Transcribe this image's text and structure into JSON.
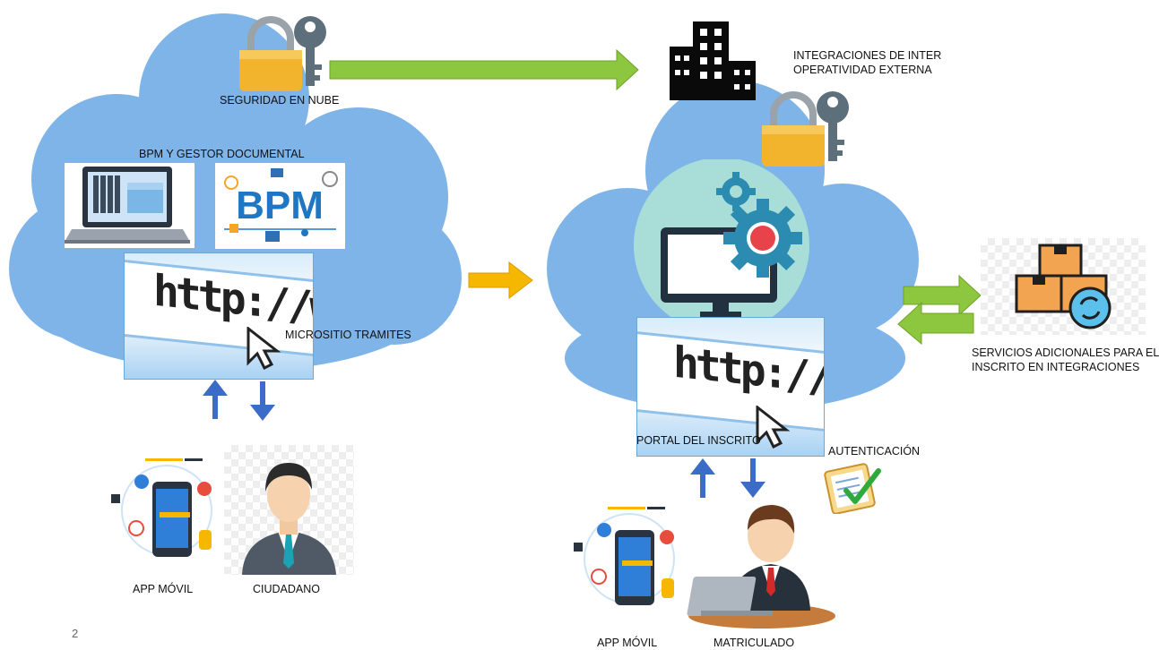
{
  "labels": {
    "cloud_security": "SEGURIDAD EN NUBE",
    "bpm_gestor": "BPM Y GESTOR DOCUMENTAL",
    "microsite": "MICROSITIO TRAMITES",
    "app_movil_left": "APP MÓVIL",
    "ciudadano": "CIUDADANO",
    "integraciones_line1": "INTEGRACIONES DE INTER",
    "integraciones_line2": "OPERATIVIDAD EXTERNA",
    "portal": "PORTAL DEL INSCRITO",
    "autenticacion": "AUTENTICACIÓN",
    "servicios_line1": "SERVICIOS ADICIONALES PARA EL",
    "servicios_line2": "INSCRITO EN INTEGRACIONES",
    "app_movil_right": "APP MÓVIL",
    "matriculado": "MATRICULADO"
  },
  "browser_text": {
    "left": "http://www.",
    "right": "http://www."
  },
  "bpm_logo": "BPM",
  "page_number": "2",
  "colors": {
    "cloud_fill": "#7fb4e8",
    "cloud_edge": "#5e9ad6",
    "green_arrow": "#8dc63f",
    "yellow_arrow": "#f5b700",
    "blue_arrow": "#3a6cc8",
    "lock": "#f2b42c",
    "key": "#5e6f7c"
  }
}
